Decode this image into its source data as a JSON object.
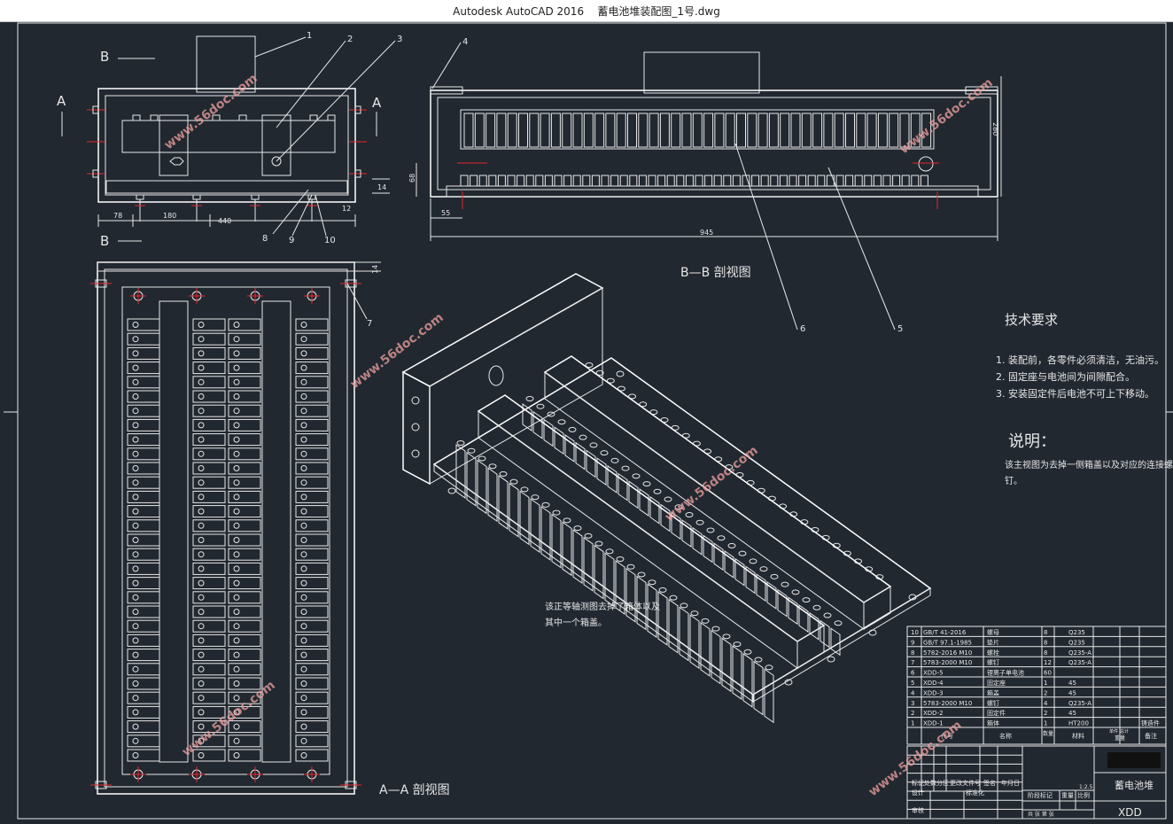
{
  "window": {
    "title": "Autodesk AutoCAD 2016    蓄电池堆装配图_1号.dwg"
  },
  "drawing": {
    "top_view": {
      "section_letters": {
        "b_top": "B",
        "b_bottom": "B",
        "a_left": "A",
        "a_right": "A"
      },
      "dims": {
        "d78": "78",
        "d180": "180",
        "d440": "440",
        "d14": "14",
        "d12": "12"
      },
      "balloons": [
        "1",
        "2",
        "3",
        "8",
        "9",
        "10"
      ]
    },
    "section_bb": {
      "title": "B—B 剖视图",
      "balloons": {
        "b4": "4",
        "b5": "5",
        "b6": "6"
      },
      "dims": {
        "d945": "945",
        "d55": "55",
        "d68": "68",
        "d280": "280"
      }
    },
    "section_aa": {
      "title": "A—A 剖视图",
      "balloons": {
        "b7": "7"
      },
      "dims": {
        "d14": "14"
      }
    },
    "iso_note": [
      "该正等轴测图去掉了箱体以及",
      "其中一个箱盖。"
    ],
    "tech_req": {
      "title": "技术要求",
      "items": [
        "1. 装配前，各零件必须清洁，无油污。",
        "2. 固定座与电池间为间隙配合。",
        "3. 安装固定件后电池不可上下移动。"
      ]
    },
    "explain": {
      "title": "说明：",
      "lines": [
        "该主视图为去掉一侧箱盖以及对应的连接螺",
        "钉。"
      ]
    },
    "watermark": "www.56doc.com",
    "bom": {
      "rows": [
        {
          "no": "10",
          "code": "GB/T 41-2016",
          "name": "螺母",
          "qty": "8",
          "mat": "Q235",
          "note": ""
        },
        {
          "no": "9",
          "code": "GB/T 97.1-1985",
          "name": "垫片",
          "qty": "8",
          "mat": "Q235",
          "note": ""
        },
        {
          "no": "8",
          "code": "5782-2016 M10",
          "name": "螺栓",
          "qty": "8",
          "mat": "Q235-A",
          "note": ""
        },
        {
          "no": "7",
          "code": "5783-2000 M10",
          "name": "螺钉",
          "qty": "12",
          "mat": "Q235-A",
          "note": ""
        },
        {
          "no": "6",
          "code": "XDD-5",
          "name": "锂离子单电池",
          "qty": "60",
          "mat": "",
          "note": ""
        },
        {
          "no": "5",
          "code": "XDD-4",
          "name": "固定座",
          "qty": "1",
          "mat": "45",
          "note": ""
        },
        {
          "no": "4",
          "code": "XDD-3",
          "name": "箱盖",
          "qty": "2",
          "mat": "45",
          "note": ""
        },
        {
          "no": "3",
          "code": "5783-2000 M10",
          "name": "螺钉",
          "qty": "4",
          "mat": "Q235-A",
          "note": ""
        },
        {
          "no": "2",
          "code": "XDD-2",
          "name": "固定件",
          "qty": "2",
          "mat": "45",
          "note": ""
        },
        {
          "no": "1",
          "code": "XDD-1",
          "name": "箱体",
          "qty": "1",
          "mat": "HT200",
          "note": "铸造件"
        }
      ],
      "header": {
        "no": "序号",
        "code": "代号",
        "name": "名称",
        "qty": "数量",
        "unit": "单件",
        "total": "总计",
        "weight": "重量",
        "mat": "材料",
        "note": "备注"
      }
    },
    "title_block": {
      "product": "蓄电池堆",
      "code": "XDD",
      "scale": "1:2.5",
      "labels": {
        "mark": "标记",
        "count": "处数",
        "zone": "分区",
        "doc": "更改文件号",
        "sign": "签名",
        "date": "年月日",
        "design": "设计",
        "std": "标准化",
        "stage": "阶段标记",
        "weight": "重量",
        "ratio": "比例",
        "review": "审核",
        "sheet": "共 张 第 张"
      }
    }
  }
}
